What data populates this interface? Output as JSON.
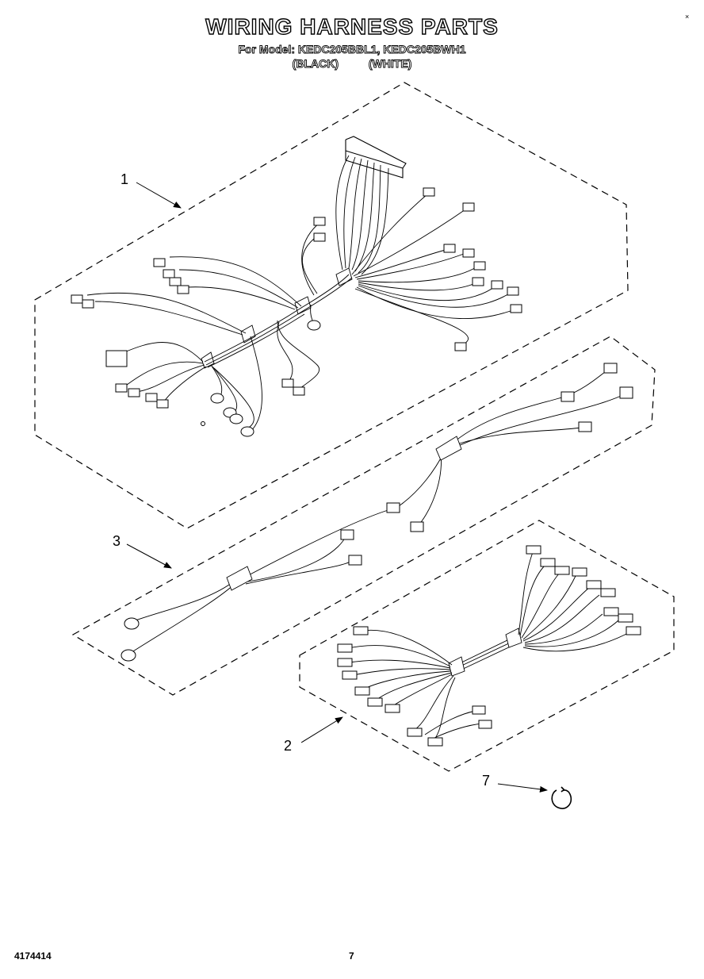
{
  "header": {
    "title": "WIRING HARNESS PARTS",
    "model_line": "For Model: KEDC205BBL1, KEDC205BWH1",
    "color_black": "(BLACK)",
    "color_white": "(WHITE)"
  },
  "callouts": [
    {
      "id": "callout-1",
      "label": "1"
    },
    {
      "id": "callout-3",
      "label": "3"
    },
    {
      "id": "callout-2",
      "label": "2"
    },
    {
      "id": "callout-7",
      "label": "7"
    }
  ],
  "footer": {
    "doc_number": "4174414",
    "page_number": "7"
  }
}
